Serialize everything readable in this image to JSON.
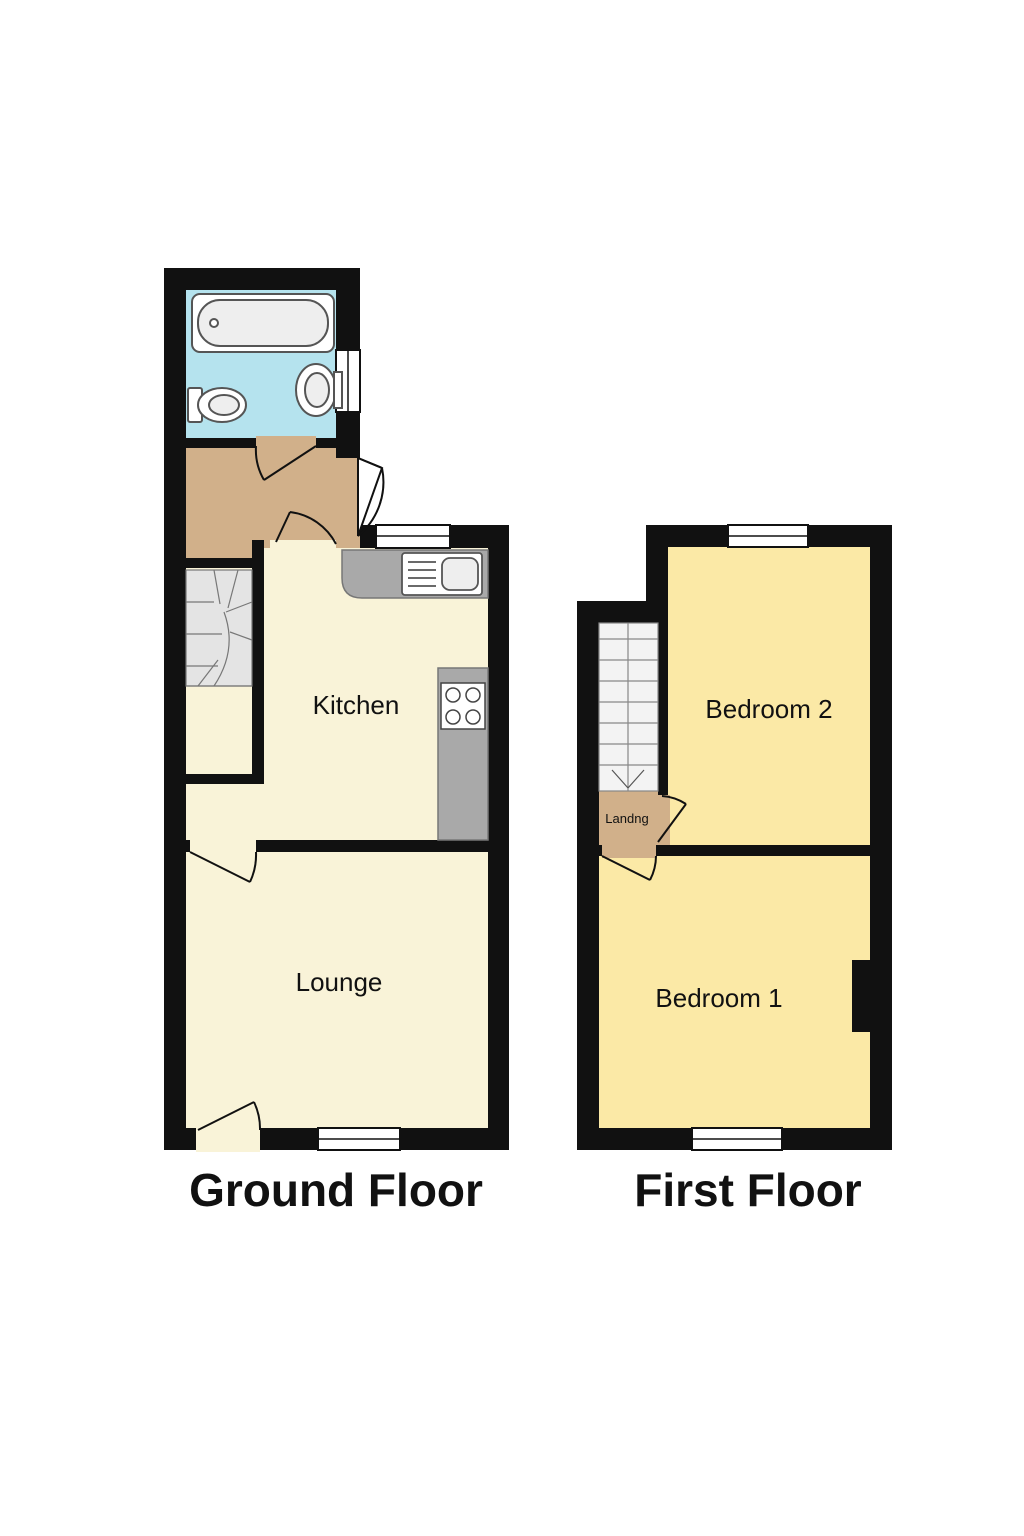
{
  "colors": {
    "wall": "#111111",
    "room_cream": "#f9f3d8",
    "room_yellow": "#fbe9a6",
    "bathroom": "#b5e3ee",
    "hall": "#d1b08a",
    "counter": "#a9a9a9",
    "stair": "#e4e4e4"
  },
  "floors": {
    "ground": {
      "title": "Ground Floor",
      "rooms": {
        "kitchen": "Kitchen",
        "lounge": "Lounge"
      }
    },
    "first": {
      "title": "First Floor",
      "rooms": {
        "bedroom2": "Bedroom 2",
        "bedroom1": "Bedroom 1",
        "landing": "Landng"
      }
    }
  }
}
